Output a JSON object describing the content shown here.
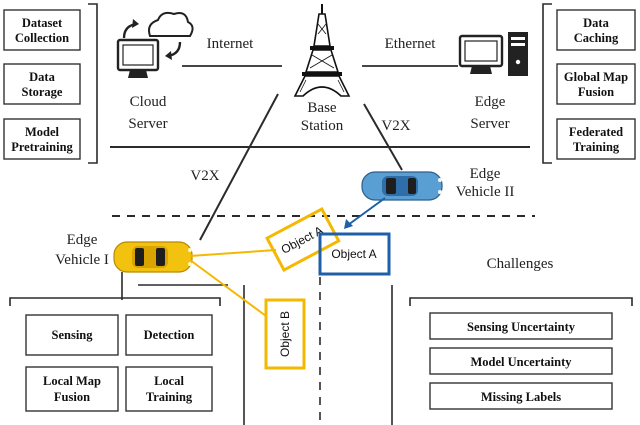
{
  "colors": {
    "line": "#2b2b2b",
    "box_stroke": "#333333",
    "yellow": "#f5b800",
    "blue": "#1f5fa8",
    "car_yellow": "#f3c20f",
    "car_blue": "#5a9fd4"
  },
  "icons": {
    "cloud_server": "cloud-computer-icon",
    "base_station": "eiffel-tower-icon",
    "edge_server": "desktop-computer-icon",
    "vehicle_one": "yellow-car-icon",
    "vehicle_two": "blue-car-icon"
  },
  "cloud_tasks": [
    {
      "lines": [
        "Dataset",
        "Collection"
      ]
    },
    {
      "lines": [
        "Data",
        "Storage"
      ]
    },
    {
      "lines": [
        "Model",
        "Pretraining"
      ]
    }
  ],
  "edge_server_tasks": [
    {
      "lines": [
        "Data",
        "Caching"
      ]
    },
    {
      "lines": [
        "Global Map",
        "Fusion"
      ]
    },
    {
      "lines": [
        "Federated",
        "Training"
      ]
    }
  ],
  "vehicle_tasks": [
    {
      "lines": [
        "Sensing"
      ]
    },
    {
      "lines": [
        "Detection"
      ]
    },
    {
      "lines": [
        "Local Map",
        "Fusion"
      ]
    },
    {
      "lines": [
        "Local",
        "Training"
      ]
    }
  ],
  "challenges": {
    "title": "Challenges",
    "items": [
      "Sensing Uncertainty",
      "Model Uncertainty",
      "Missing Labels"
    ]
  },
  "nodes": {
    "cloud_server": [
      "Cloud",
      "Server"
    ],
    "base_station": [
      "Base",
      "Station"
    ],
    "edge_server": [
      "Edge",
      "Server"
    ],
    "vehicle_one": [
      "Edge",
      "Vehicle I"
    ],
    "vehicle_two": [
      "Edge",
      "Vehicle II"
    ]
  },
  "links": {
    "internet": "Internet",
    "ethernet": "Ethernet",
    "v2x_left": "V2X",
    "v2x_right": "V2X"
  },
  "objects": {
    "object_a_yellow": "Object A",
    "object_a_blue": "Object A",
    "object_b": "Object B"
  }
}
